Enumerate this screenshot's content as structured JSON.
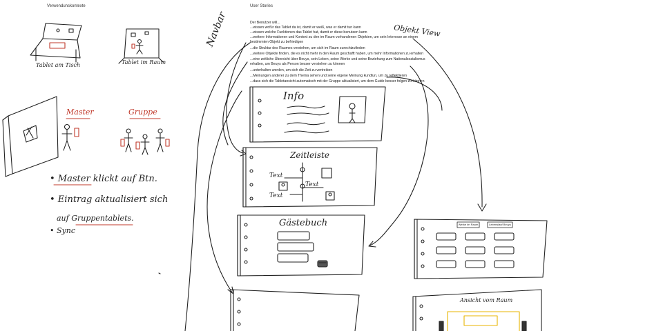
{
  "sections": {
    "left_title": "Verwendunskontexte",
    "right_title": "User Stories"
  },
  "contexts": {
    "table_label": "Tablet am Tisch",
    "room_label": "Tablet im Raum"
  },
  "roles": {
    "master": "Master",
    "group": "Gruppe"
  },
  "notes": [
    "• Master klickt auf Btn.",
    "• Eintrag aktualisiert sich",
    "auf Gruppentablets.",
    "• Sync"
  ],
  "stories": {
    "intro": "Der Benutzer will...",
    "items": [
      "...wissen wofür das Tablet da ist, damit er weiß, was er damit tun kann",
      "...wissen welche Funktionen das Tablet hat, damit er diese benutzen kann",
      "...weitere Informationen und Kontext zu den im Raum vorhandenen Objekten, um sein Interesse an einem",
      "bestimmten Objekt zu befriedigen",
      "...die Struktur des Raumes verstehen, um sich im Raum zurechtzufinden",
      "...weitere Objekte finden, die es nicht mehr in den Raum geschafft haben, um mehr Informationen zu erhalten",
      "...eine zeitliche Übersicht über Beuys, sein Leben, seine Werke und seine Beziehung zum Nationalsozialismus",
      "erhalten, um Beuys als Person besser verstehen zu können",
      "...unterhalten werden, um sich die Zeit zu vertreiben",
      "...Meinungen anderer zu dem Thema sehen und seine eigene Meinung kundtun, um zu reflektieren",
      "...dass sich die Tabletansicht automatisch mit der Gruppe aktualisiert, um dem Guide besser folgen zu können"
    ]
  },
  "annotations": {
    "navbar": "Navbar",
    "object_view": "Objekt View"
  },
  "screens": {
    "info": "Info",
    "timeline": "Zeitleiste",
    "timeline_text": [
      "Text",
      "Text",
      "Text"
    ],
    "guestbook": "Gästebuch",
    "room_view": "Ansicht vom Raum",
    "object_buttons": [
      "Werke im Raum",
      "Lebenslauf Beuys"
    ]
  },
  "colors": {
    "ink": "#222222",
    "accent_red": "#c0392b",
    "accent_yellow": "#e8b400"
  }
}
